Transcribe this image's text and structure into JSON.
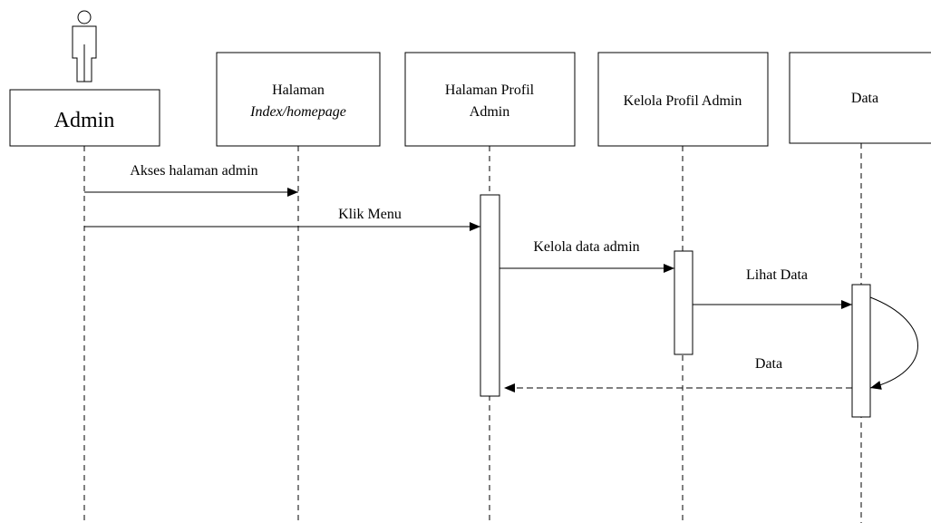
{
  "actor": {
    "label": "Admin"
  },
  "participants": [
    {
      "id": "halaman-index",
      "line1": "Halaman",
      "line2": "Index/homepage"
    },
    {
      "id": "halaman-profil",
      "line1": "Halaman Profil",
      "line2": "Admin"
    },
    {
      "id": "kelola-profil",
      "line1": "Kelola Profil Admin"
    },
    {
      "id": "data",
      "line1": "Data"
    }
  ],
  "messages": [
    {
      "label": "Akses halaman admin",
      "from": "Admin",
      "to": "Halaman Index/homepage",
      "kind": "sync"
    },
    {
      "label": "Klik Menu",
      "from": "Admin",
      "to": "Halaman Profil Admin",
      "kind": "sync"
    },
    {
      "label": "Kelola data admin",
      "from": "Halaman Profil Admin",
      "to": "Kelola Profil Admin",
      "kind": "sync"
    },
    {
      "label": "Lihat Data",
      "from": "Kelola Profil Admin",
      "to": "Data",
      "kind": "sync"
    },
    {
      "label": "Data",
      "from": "Data",
      "to": "Halaman Profil Admin",
      "kind": "return"
    }
  ]
}
